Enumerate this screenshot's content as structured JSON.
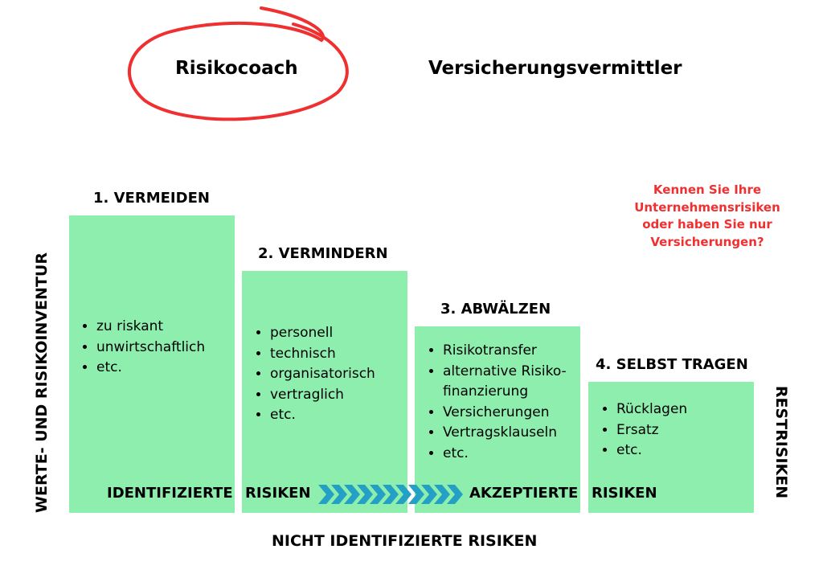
{
  "header": {
    "left": "Risikocoach",
    "right": "Versicherungsvermittler"
  },
  "question": [
    "Kennen Sie Ihre",
    "Unternehmensrisiken",
    "oder haben Sie nur",
    "Versicherungen?"
  ],
  "steps": [
    {
      "title": "1. VERMEIDEN",
      "items": [
        "zu riskant",
        "unwirtschaftlich",
        "etc."
      ]
    },
    {
      "title": "2. VERMINDERN",
      "items": [
        "personell",
        "technisch",
        "organisatorisch",
        "vertraglich",
        "etc."
      ]
    },
    {
      "title": "3. ABWÄLZEN",
      "items": [
        "Risikotransfer",
        "alternative Risiko-",
        "finanzierung",
        "Versicherungen",
        "Vertragsklauseln",
        "etc."
      ]
    },
    {
      "title": "4. SELBST TRAGEN",
      "items": [
        "Rücklagen",
        "Ersatz",
        "etc."
      ]
    }
  ],
  "bottom_labels": [
    "IDENTIFIZIERTE",
    "RISIKEN",
    "AKZEPTIERTE",
    "RISIKEN"
  ],
  "left_vertical": "WERTE- UND RISIKOINVENTUR",
  "right_vertical": "RESTRISIKEN",
  "footer": "NICHT IDENTIFIZIERTE RISIKEN",
  "colors": {
    "box": "#8eeeae",
    "accent": "#f03030",
    "arrow": "#23a0c4"
  }
}
